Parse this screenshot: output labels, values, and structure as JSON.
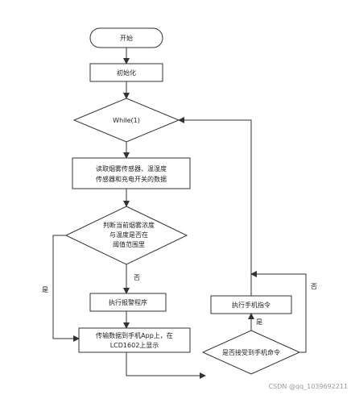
{
  "diagram": {
    "nodes": {
      "start": "开始",
      "init": "初始化",
      "while": "While(1)",
      "read_line1": "读取烟雾传感器、温湿度",
      "read_line2": "传感器和充电开关的数据",
      "judge_line1": "判断当前烟雾浓度",
      "judge_line2": "与温度是否在",
      "judge_line3": "阈值范围里",
      "alarm": "执行报警程序",
      "transmit_line1": "传输数据到手机App上，在",
      "transmit_line2": "LCD1602上显示",
      "phone_cmd": "执行手机指令",
      "receive_check": "是否接受到手机命令"
    },
    "edges": {
      "yes_left": "是",
      "no_judge": "否",
      "yes_receive": "是",
      "no_right": "否"
    }
  },
  "watermark": "CSDN @qq_1039692211",
  "colors": {
    "line": "#333333",
    "text": "#222222",
    "background": "#ffffff"
  }
}
